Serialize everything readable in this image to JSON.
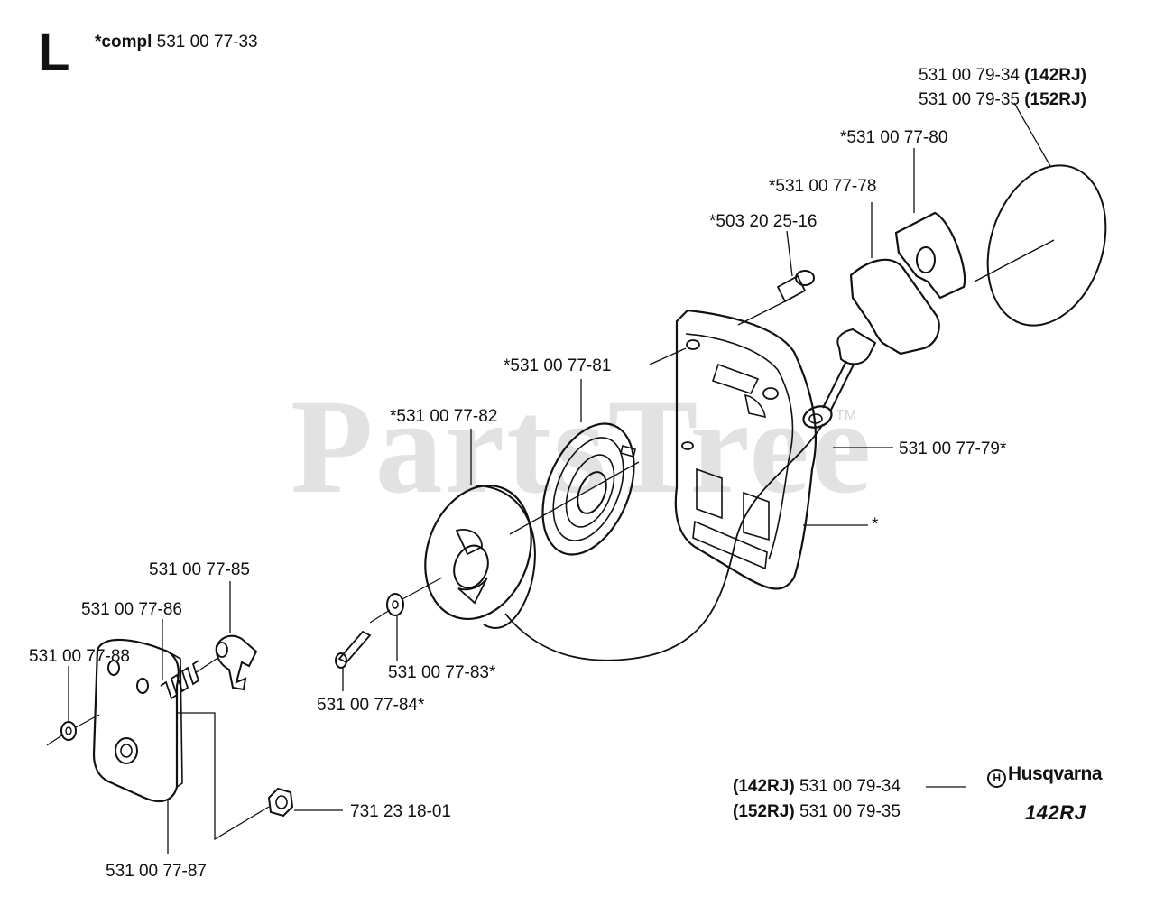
{
  "section": {
    "letter": "L"
  },
  "kit": {
    "prefix": "*compl",
    "part": "531 00 77-33"
  },
  "watermark": {
    "text": "PartsTree",
    "tm": "TM"
  },
  "labels": {
    "p7934": "531 00 79-34",
    "m142": "(142RJ)",
    "p7935": "531 00 79-35",
    "m152": "(152RJ)",
    "p7780": "*531 00 77-80",
    "p7778": "*531 00 77-78",
    "p2516": "*503 20 25-16",
    "p7781": "*531 00 77-81",
    "p7782": "*531 00 77-82",
    "p7779": "531 00 77-79*",
    "star": "*",
    "p7785": "531 00 77-85",
    "p7786": "531 00 77-86",
    "p7788": "531 00 77-88",
    "p7783": "531 00 77-83*",
    "p7784": "531 00 77-84*",
    "p1801": "731 23 18-01",
    "p7787": "531 00 77-87"
  },
  "legend": [
    {
      "model": "(142RJ)",
      "part": "531 00 79-34"
    },
    {
      "model": "(152RJ)",
      "part": "531 00 79-35"
    }
  ],
  "brand": {
    "mark": "H",
    "name": "Husqvarna",
    "model": "142RJ"
  }
}
